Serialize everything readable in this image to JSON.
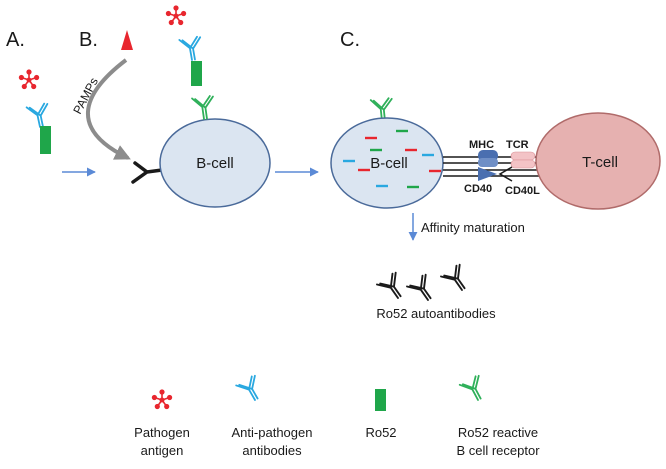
{
  "panels": {
    "a": "A.",
    "b": "B.",
    "c": "C."
  },
  "labels": {
    "pamps": "PAMPs",
    "bcell_b": "B-cell",
    "bcell_c": "B-cell",
    "tcell": "T-cell",
    "mhc": "MHC",
    "tcr": "TCR",
    "cd40": "CD40",
    "cd40l": "CD40L",
    "affinity": "Affinity maturation",
    "autoantibodies": "Ro52 autoantibodies"
  },
  "legend": {
    "pathogen_antigen": [
      "Pathogen",
      "antigen"
    ],
    "anti_pathogen": [
      "Anti-pathogen",
      "antibodies"
    ],
    "ro52": [
      "Ro52"
    ],
    "ro52_receptor": [
      "Ro52 reactive",
      "B cell receptor"
    ]
  },
  "colors": {
    "antigen": "#e8262e",
    "anti_pathogen": "#29a8e0",
    "ro52": "#1fa64a",
    "ro52_receptor": "#2fb05a",
    "bcell_fill": "#dbe5f1",
    "bcell_stroke": "#4a6a9a",
    "tcell_fill": "#e6b1b0",
    "tcell_stroke": "#b06b6a",
    "arrow": "#5b8ad6",
    "gray_arrow": "#8c8c8c",
    "dark": "#1a1a1a"
  }
}
